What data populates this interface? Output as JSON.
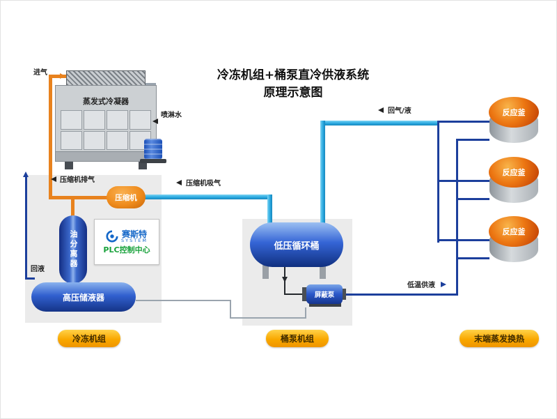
{
  "title": {
    "line1": "冷冻机组+桶泵直冷供液系统",
    "line2": "原理示意图"
  },
  "condenser": {
    "label": "蒸发式冷凝器",
    "air_in_label": "进气",
    "spray_water_label": "喷淋水"
  },
  "chiller": {
    "discharge_label": "压缩机排气",
    "compressor_label": "压缩机",
    "suction_label": "压缩机吸气",
    "oil_separator_label": "油分离器",
    "receiver_label": "高压储液器",
    "liquid_return_label": "回液",
    "plc": {
      "brand": "赛斯特",
      "brand_sub": "SYSTEM",
      "title": "PLC控制中心"
    }
  },
  "pump_unit": {
    "vessel_label": "低压循环桶",
    "pump_label": "屏蔽泵"
  },
  "terminal": {
    "return_label": "回气/液",
    "supply_label": "低温供液",
    "kettles": [
      {
        "label": "反应釜"
      },
      {
        "label": "反应釜"
      },
      {
        "label": "反应釜"
      }
    ]
  },
  "badges": [
    {
      "label": "冷冻机组"
    },
    {
      "label": "桶泵机组"
    },
    {
      "label": "末端蒸发换热"
    }
  ],
  "colors": {
    "pipe_hot_gas": "#e8821e",
    "pipe_suction": "#2aa9e0",
    "pipe_liquid": "#1c3f9c",
    "vessel_blue": "#2f5fd0",
    "kettle_orange": "#ec7612",
    "badge_yellow": "#f9a800",
    "plc_green": "#18a23b",
    "brand_blue": "#1467c8"
  }
}
